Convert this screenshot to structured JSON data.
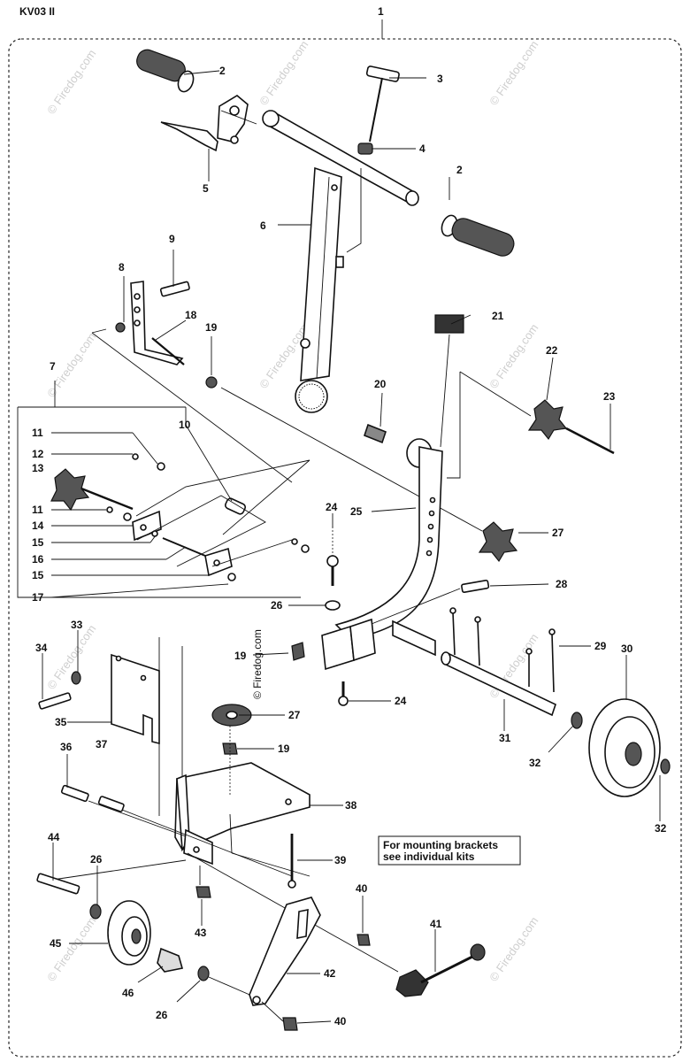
{
  "model_label": "KV03 II",
  "assembly_number": "1",
  "note": {
    "line1": "For mounting brackets",
    "line2": "see individual kits"
  },
  "watermark": "© Firedog.com",
  "callouts": {
    "c1": "1",
    "c2a": "2",
    "c2b": "2",
    "c3": "3",
    "c4": "4",
    "c5": "5",
    "c6": "6",
    "c7": "7",
    "c8": "8",
    "c9": "9",
    "c10": "10",
    "c11a": "11",
    "c12": "12",
    "c13": "13",
    "c11b": "11",
    "c14": "14",
    "c15a": "15",
    "c16": "16",
    "c15b": "15",
    "c17": "17",
    "c18": "18",
    "c19a": "19",
    "c20": "20",
    "c21": "21",
    "c22": "22",
    "c23": "23",
    "c24a": "24",
    "c25": "25",
    "c27a": "27",
    "c26a": "26",
    "c28": "28",
    "c29": "29",
    "c30": "30",
    "c19b": "19",
    "c24b": "24",
    "c31": "31",
    "c32a": "32",
    "c32b": "32",
    "c33": "33",
    "c34": "34",
    "c35": "35",
    "c37": "37",
    "c27b": "27",
    "c19c": "19",
    "c36": "36",
    "c38": "38",
    "c39": "39",
    "c44": "44",
    "c26b": "26",
    "c40a": "40",
    "c43": "43",
    "c41": "41",
    "c45": "45",
    "c42": "42",
    "c46": "46",
    "c26c": "26",
    "c40b": "40"
  }
}
